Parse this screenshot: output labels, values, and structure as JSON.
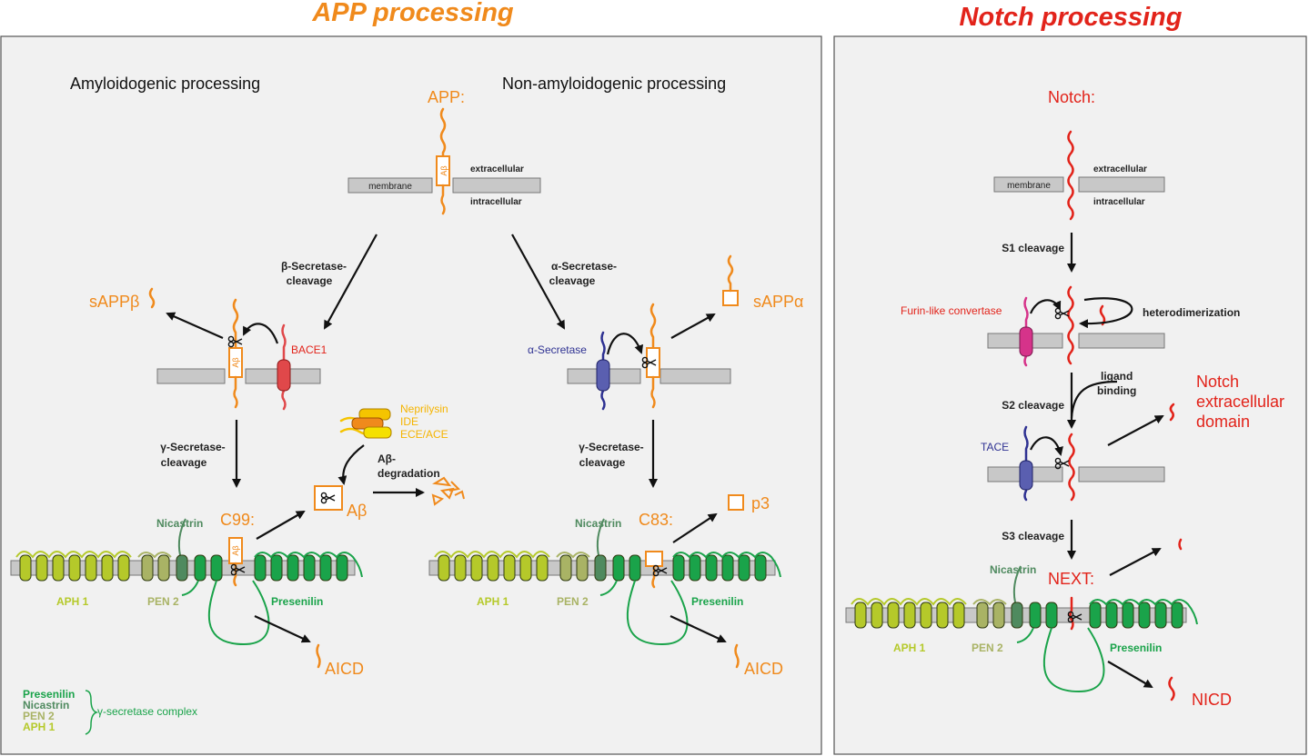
{
  "titles": {
    "app": "APP processing",
    "notch": "Notch processing"
  },
  "app": {
    "amyloidogenic": "Amyloidogenic processing",
    "non_amyloidogenic": "Non-amyloidogenic processing",
    "app_label": "APP:",
    "abeta_box": "Aβ",
    "membrane": "membrane",
    "extracellular": "extracellular",
    "intracellular": "intracellular",
    "beta_cleavage_1": "β-Secretase-",
    "beta_cleavage_2": "cleavage",
    "alpha_cleavage_1": "α-Secretase-",
    "alpha_cleavage_2": "cleavage",
    "sappb": "sAPPβ",
    "sappa": "sAPPα",
    "bace1": "BACE1",
    "alpha_secretase": "α-Secretase",
    "gamma_cleavage_1": "γ-Secretase-",
    "gamma_cleavage_2": "cleavage",
    "neprilysin": "Neprilysin",
    "ide": "IDE",
    "ece_ace": "ECE/ACE",
    "ab_deg_1": "Aβ-",
    "ab_deg_2": "degradation",
    "c99": "C99:",
    "c83": "C83:",
    "abeta": "Aβ",
    "p3": "p3",
    "nicastrin": "Nicastrin",
    "aph1": "APH 1",
    "pen2": "PEN 2",
    "presenilin": "Presenilin",
    "aicd": "AICD",
    "legend": {
      "presenilin": "Presenilin",
      "nicastrin": "Nicastrin",
      "pen2": "PEN 2",
      "aph1": "APH 1",
      "complex": "γ-secretase complex"
    }
  },
  "notch": {
    "notch_label": "Notch:",
    "membrane": "membrane",
    "extracellular": "extracellular",
    "intracellular": "intracellular",
    "s1": "S1 cleavage",
    "furin": "Furin-like convertase",
    "heterodimerization": "heterodimerization",
    "ligand_1": "ligand",
    "ligand_2": "binding",
    "s2": "S2 cleavage",
    "tace": "TACE",
    "ecd_1": "Notch",
    "ecd_2": "extracellular",
    "ecd_3": "domain",
    "s3": "S3 cleavage",
    "nicastrin": "Nicastrin",
    "next": "NEXT:",
    "aph1": "APH 1",
    "pen2": "PEN 2",
    "presenilin": "Presenilin",
    "nicd": "NICD"
  },
  "colors": {
    "orange": "#f08a1c",
    "red": "#e2231a",
    "aph1_green": "#b5c92a",
    "pen2_green": "#a9b365",
    "nicastrin_green": "#4f8a5f",
    "presenilin_green": "#1aa34a",
    "bace1_red": "#e0484a",
    "secretase_blue": "#2e3192",
    "furin_pink": "#d6338a",
    "degradation_yellow": "#f5b400"
  }
}
